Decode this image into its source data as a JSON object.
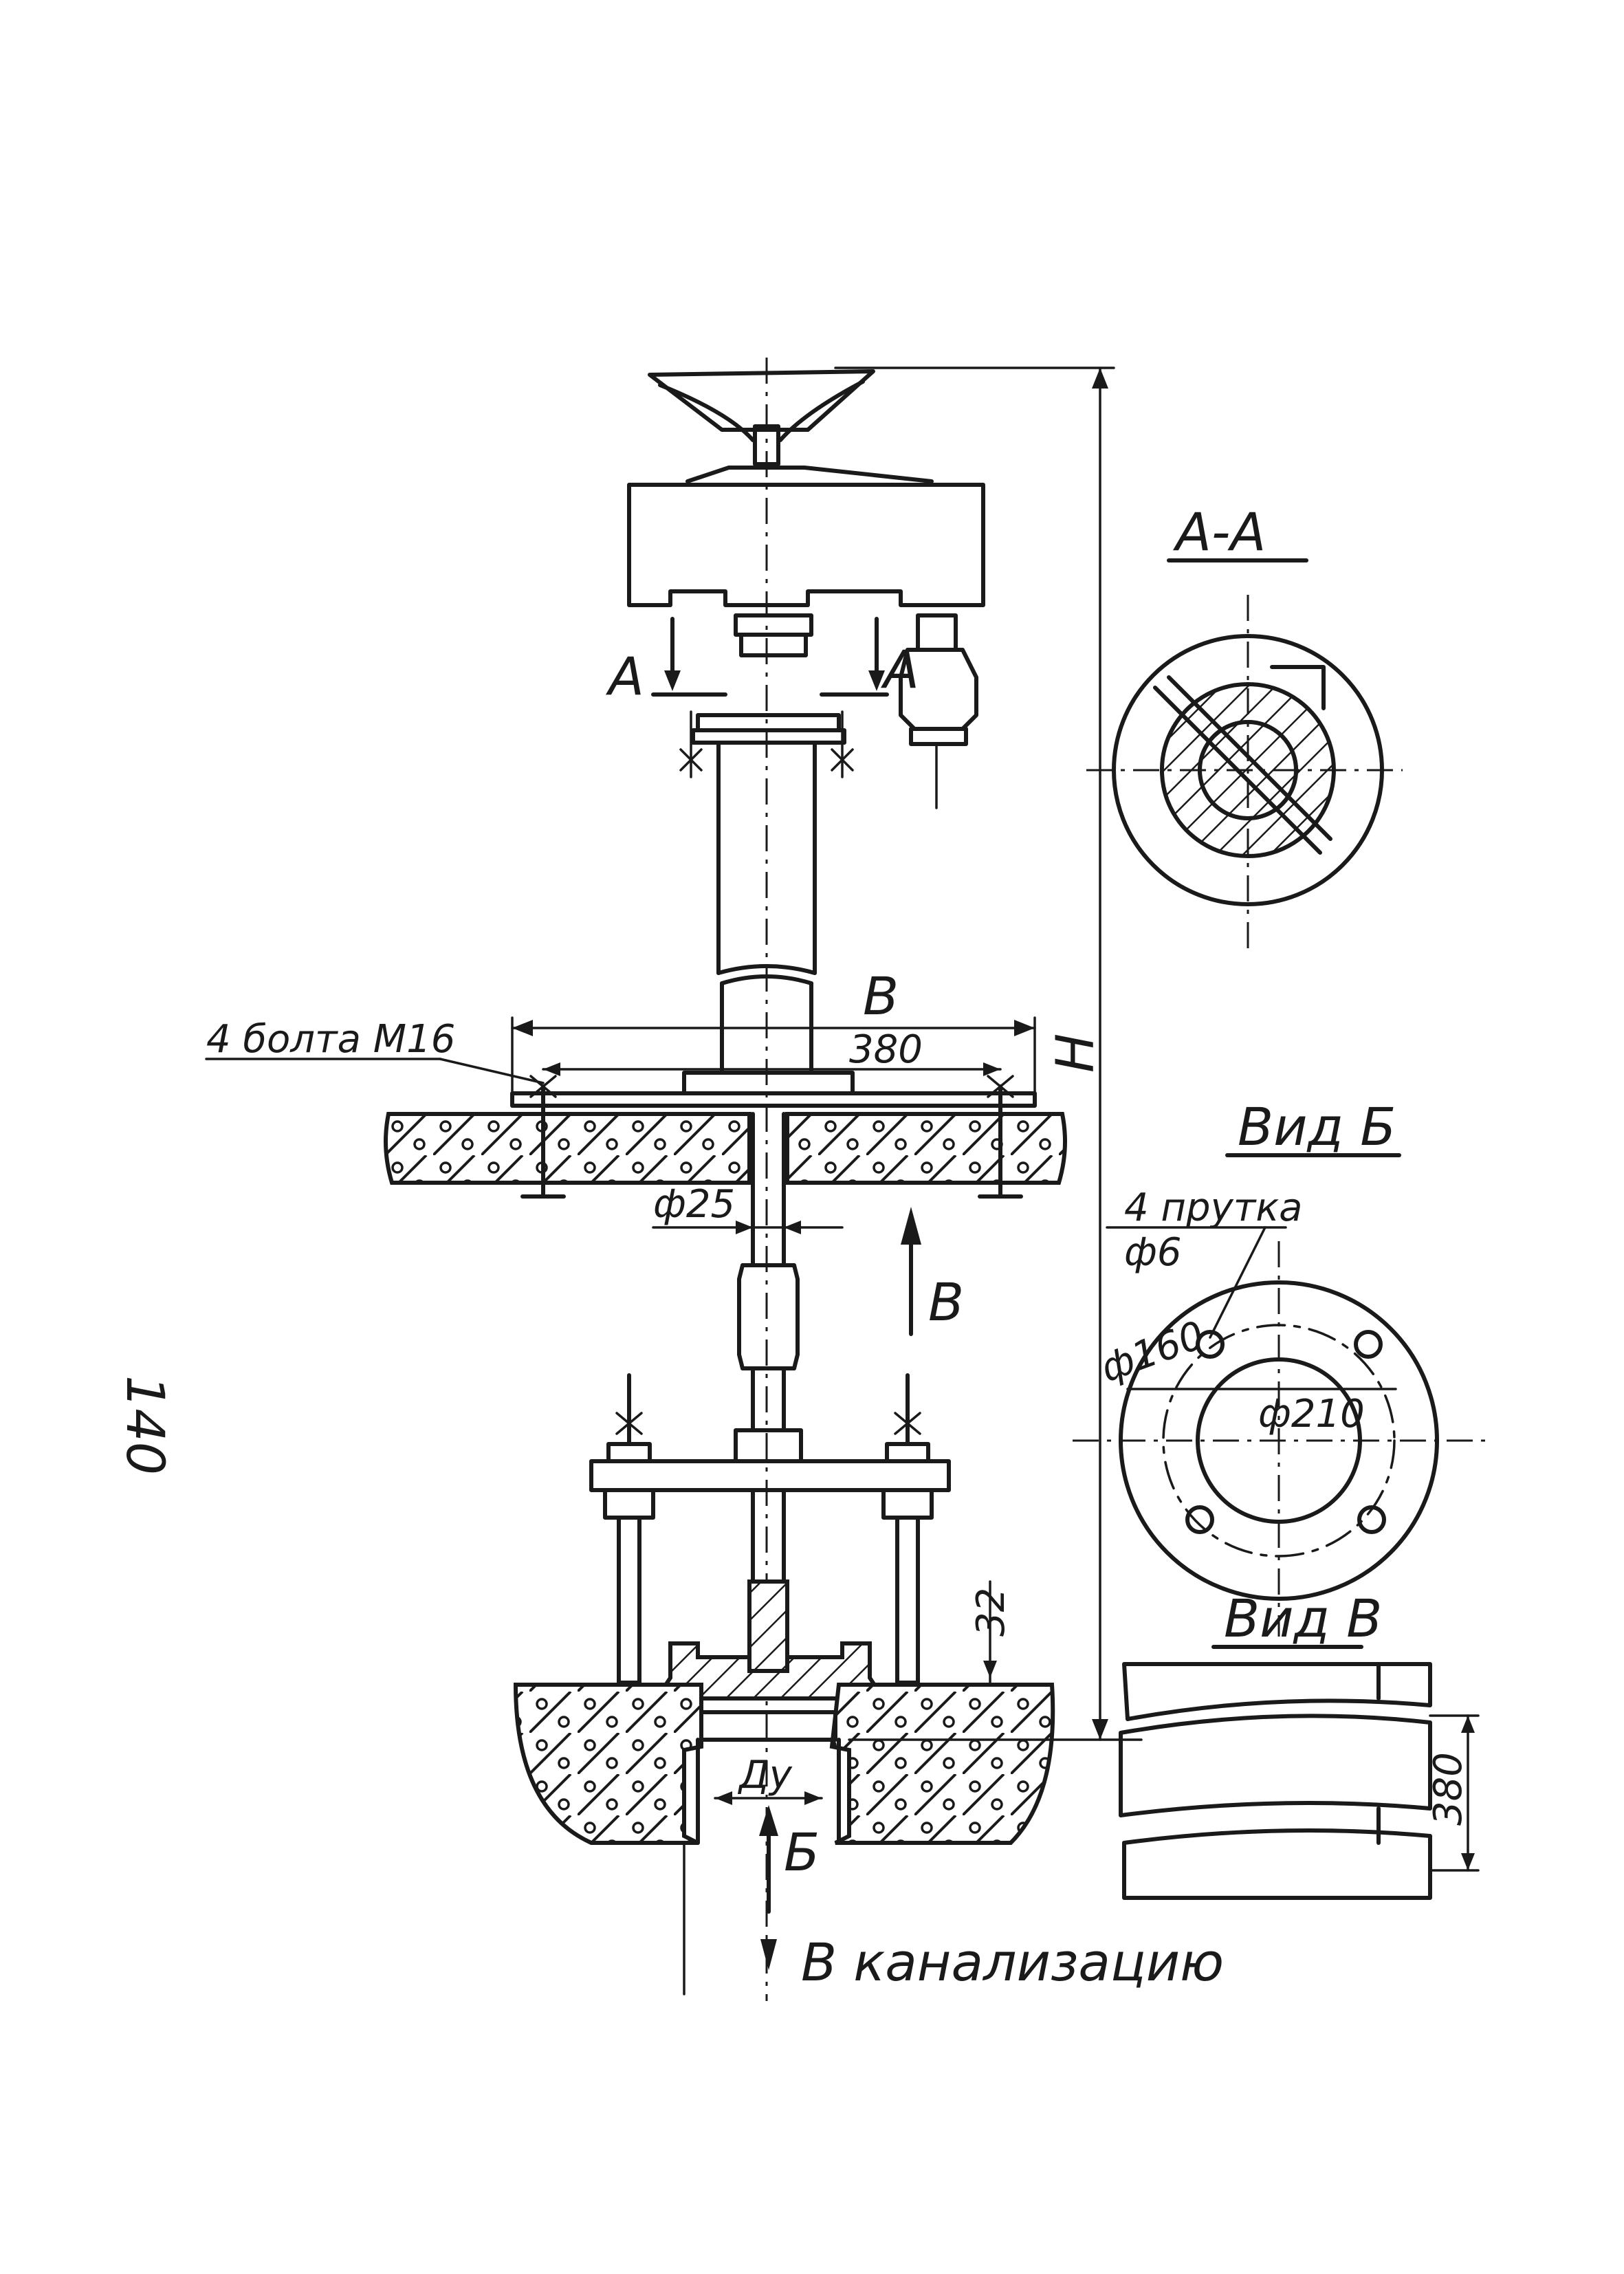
{
  "labels": {
    "section_title": "А-А",
    "view_b_title": "Вид Б",
    "view_v_title": "Вид В",
    "section_mark_left": "А",
    "section_mark_right": "А",
    "arrow_v": "В",
    "arrow_b": "Б",
    "bolts": "4 болта М16",
    "rods": "4 прутка",
    "rod_dia": "ф6",
    "dim_v": "В",
    "dim_380_top": "380",
    "dim_h": "Н",
    "dim_d25": "ф25",
    "dim_32": "32",
    "dim_du": "Ду",
    "dim_d160": "ф160",
    "dim_d210": "ф210",
    "dim_380_side": "380",
    "outlet": "В канализацию",
    "page_number": "140"
  }
}
